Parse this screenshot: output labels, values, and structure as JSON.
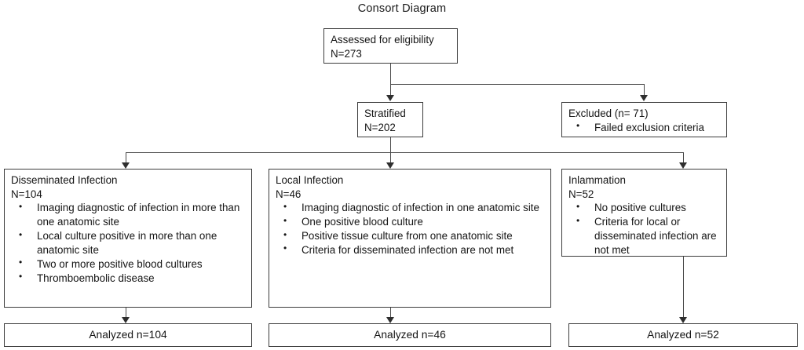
{
  "title": "Consort Diagram",
  "boxes": {
    "assessed": {
      "line1": "Assessed for eligibility",
      "line2": "N=273"
    },
    "stratified": {
      "line1": "Stratified",
      "line2": "N=202"
    },
    "excluded": {
      "line1": "Excluded  (n= 71)",
      "bullets": [
        "Failed exclusion criteria"
      ]
    },
    "disseminated": {
      "line1": "Disseminated Infection",
      "line2": "N=104",
      "bullets": [
        "Imaging diagnostic of infection in more than one anatomic site",
        "Local culture positive in more than one anatomic site",
        "Two or more positive blood cultures",
        "Thromboembolic disease"
      ]
    },
    "local": {
      "line1": "Local Infection",
      "line2": "N=46",
      "bullets": [
        "Imaging diagnostic of infection in one anatomic site",
        "One positive blood culture",
        "Positive tissue culture from one anatomic site",
        "Criteria for disseminated infection are not met"
      ]
    },
    "inflammation": {
      "line1": "Inlammation",
      "line2": "N=52",
      "bullets": [
        "No positive cultures",
        "Criteria for local or disseminated infection are not met"
      ]
    },
    "analyzed_left": {
      "label": "Analyzed n=104"
    },
    "analyzed_mid": {
      "label": "Analyzed n=46"
    },
    "analyzed_right": {
      "label": "Analyzed n=52"
    }
  },
  "colors": {
    "border": "#3c3c3c",
    "connector": "#4a4a4a",
    "text": "#151515",
    "background": "#ffffff"
  }
}
